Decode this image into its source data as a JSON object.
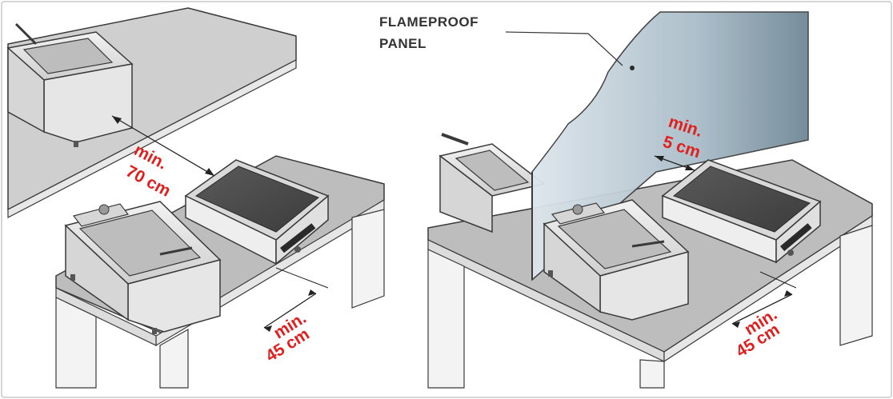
{
  "panel_label": {
    "line1": "FLAMEPROOF",
    "line2": "PANEL"
  },
  "left_scene": {
    "distance_rear": {
      "line1": "min.",
      "line2": "70 cm"
    },
    "distance_front": {
      "line1": "min.",
      "line2": "45 cm"
    }
  },
  "right_scene": {
    "distance_panel": {
      "line1": "min.",
      "line2": "5 cm"
    },
    "distance_front": {
      "line1": "min.",
      "line2": "45 cm"
    }
  },
  "colors": {
    "dimension_text": "#e0201e",
    "outline": "#3a3a3a",
    "counter_top": "#b7b7b7",
    "counter_front": "#e4e4e4",
    "griddle_plate": "#4a4a4a",
    "panel": "#8fa6b4"
  }
}
